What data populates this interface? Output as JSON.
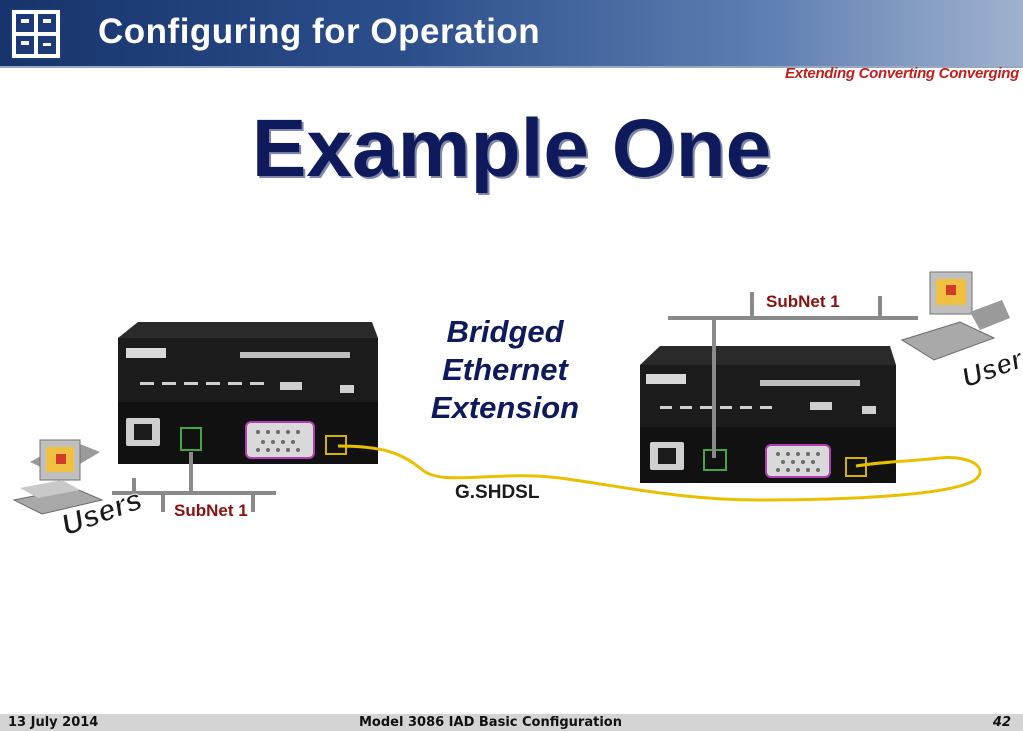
{
  "header": {
    "title": "Configuring for Operation",
    "tagline": "Extending Converting Converging"
  },
  "slide": {
    "title": "Example One",
    "bridged_lines": [
      "Bridged",
      "Ethernet",
      "Extension"
    ],
    "link_label": "G.SHDSL",
    "subnet_left": "SubNet 1",
    "subnet_right": "SubNet 1",
    "users_label": "Users"
  },
  "footer": {
    "date": "13 July 2014",
    "doc_title": "Model 3086 IAD Basic Configuration",
    "page": "42"
  }
}
